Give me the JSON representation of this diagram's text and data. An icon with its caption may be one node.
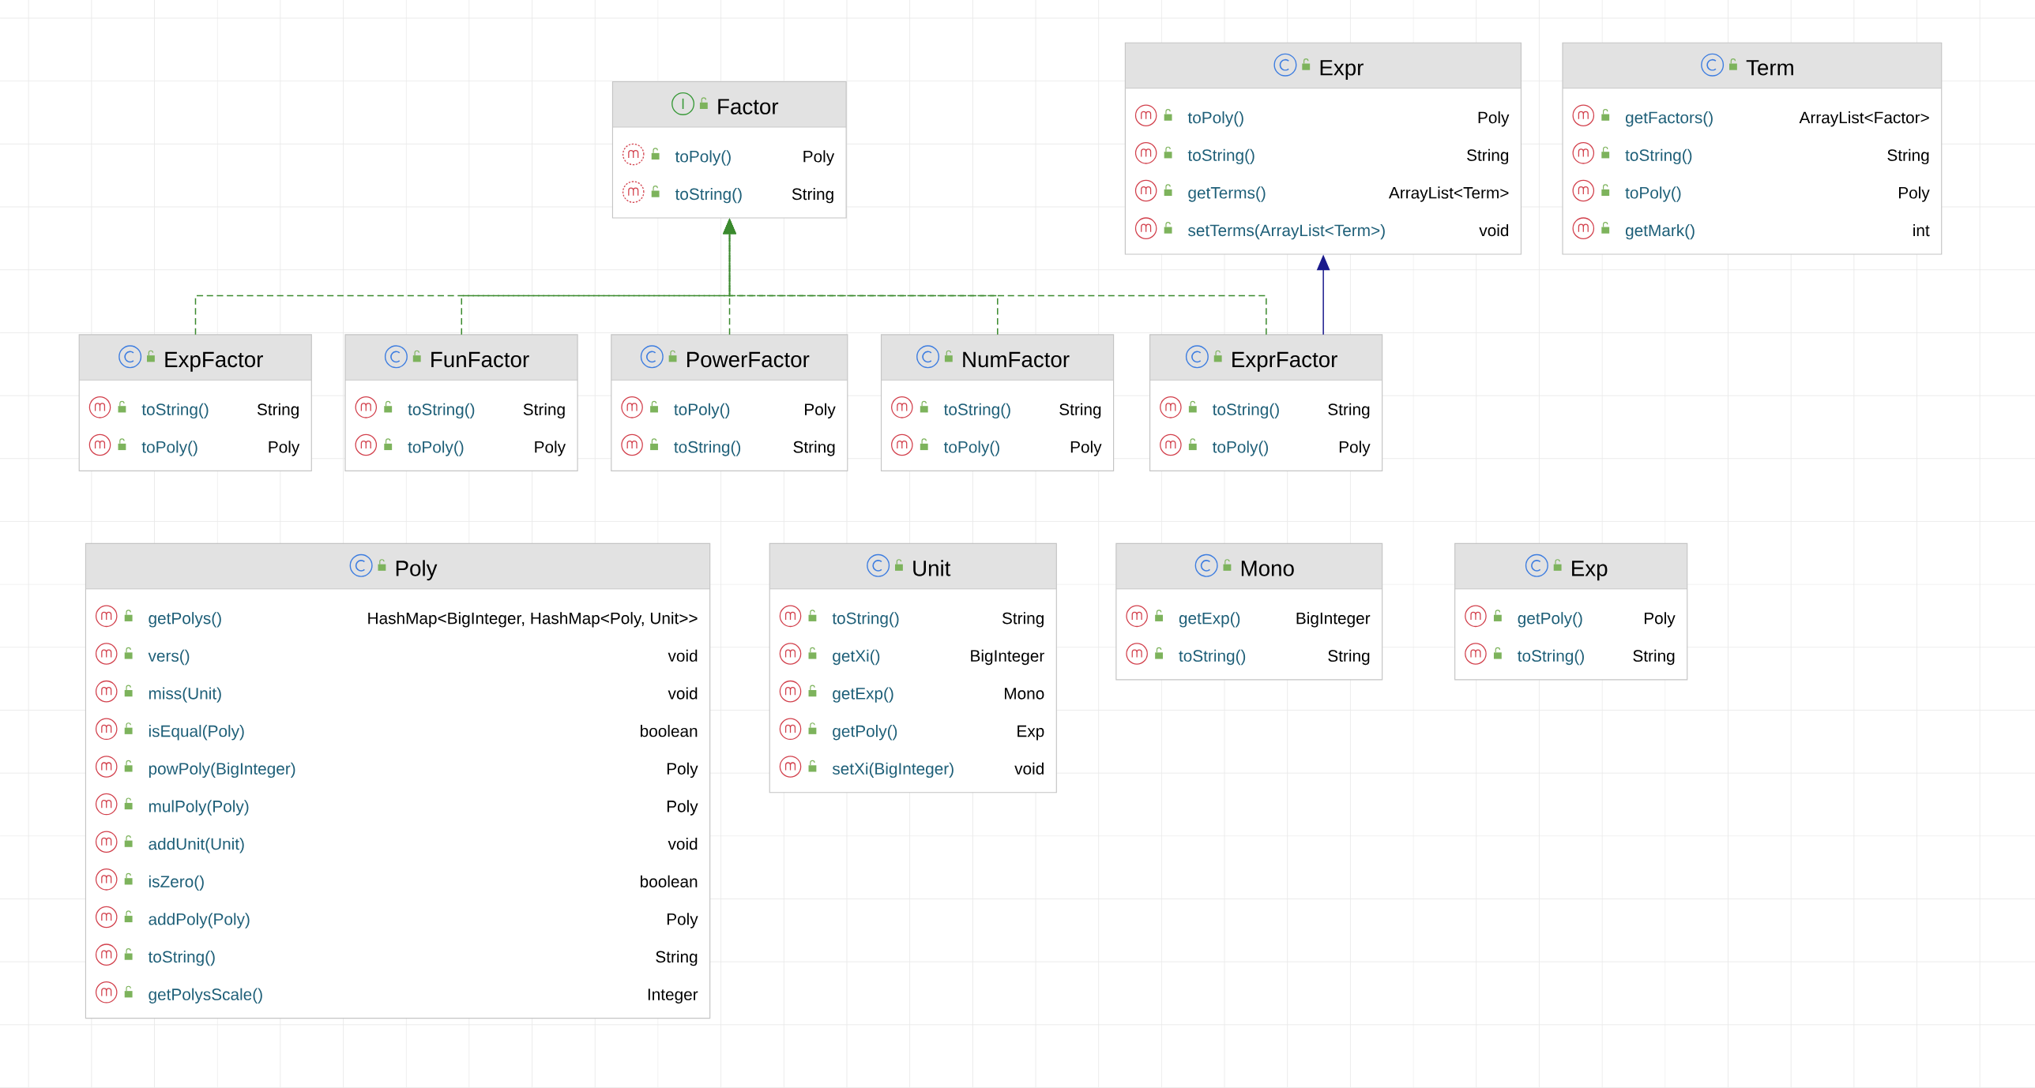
{
  "diagram": {
    "nodes": [
      {
        "text": [
          "Factor",
          "toPoly()",
          "Poly",
          "toString()",
          "String"
        ]
      },
      {
        "text": [
          "Expr",
          "toPoly()",
          "Poly",
          "toString()",
          "String",
          "getTerms()",
          "ArrayList<Term>",
          "setTerms(ArrayList<Term>)",
          "void"
        ]
      },
      {
        "text": [
          "Term",
          "getFactors()",
          "ArrayList<Factor>",
          "toString()",
          "String",
          "toPoly()",
          "Poly",
          "getMark()",
          "int"
        ]
      },
      {
        "text": [
          "ExpFactor",
          "toString()",
          "String",
          "toPoly()",
          "Poly"
        ]
      },
      {
        "text": [
          "FunFactor",
          "toString()",
          "String",
          "toPoly()",
          "Poly"
        ]
      },
      {
        "text": [
          "PowerFactor",
          "toPoly()",
          "Poly",
          "toString()",
          "String"
        ]
      },
      {
        "text": [
          "NumFactor",
          "toString()",
          "String",
          "toPoly()",
          "Poly"
        ]
      },
      {
        "text": [
          "ExprFactor",
          "toString()",
          "String",
          "toPoly()",
          "Poly"
        ]
      },
      {
        "text": [
          "Poly",
          "getPolys()",
          "HashMap<BigInteger, HashMap<Poly, Unit>>",
          "vers()",
          "void",
          "miss(Unit)",
          "void",
          "isEqual(Poly)",
          "boolean",
          "powPoly(BigInteger)",
          "Poly",
          "mulPoly(Poly)",
          "Poly",
          "addUnit(Unit)",
          "void",
          "isZero()",
          "boolean",
          "addPoly(Poly)",
          "Poly",
          "toString()",
          "String",
          "getPolysScale()",
          "Integer"
        ]
      },
      {
        "text": [
          "Unit",
          "toString()",
          "String",
          "getXi()",
          "BigInteger",
          "getExp()",
          "Mono",
          "getPoly()",
          "Exp",
          "setXi(BigInteger)",
          "void"
        ]
      },
      {
        "text": [
          "Mono",
          "getExp()",
          "BigInteger",
          "toString()",
          "String"
        ]
      },
      {
        "text": [
          "Exp",
          "getPoly()",
          "Poly",
          "toString()",
          "String"
        ]
      }
    ],
    "edges": [
      {
        "from": 3,
        "to": 0,
        "arrow": "to",
        "style": "dashed"
      },
      {
        "from": 4,
        "to": 0,
        "arrow": "to",
        "style": "dashed"
      },
      {
        "from": 5,
        "to": 0,
        "arrow": "to",
        "style": "dashed"
      },
      {
        "from": 6,
        "to": 0,
        "arrow": "to",
        "style": "dashed"
      },
      {
        "from": 7,
        "to": 0,
        "arrow": "to",
        "style": "dashed"
      },
      {
        "from": 7,
        "to": 1,
        "arrow": "to",
        "color": "#1a1a8c"
      }
    ]
  }
}
